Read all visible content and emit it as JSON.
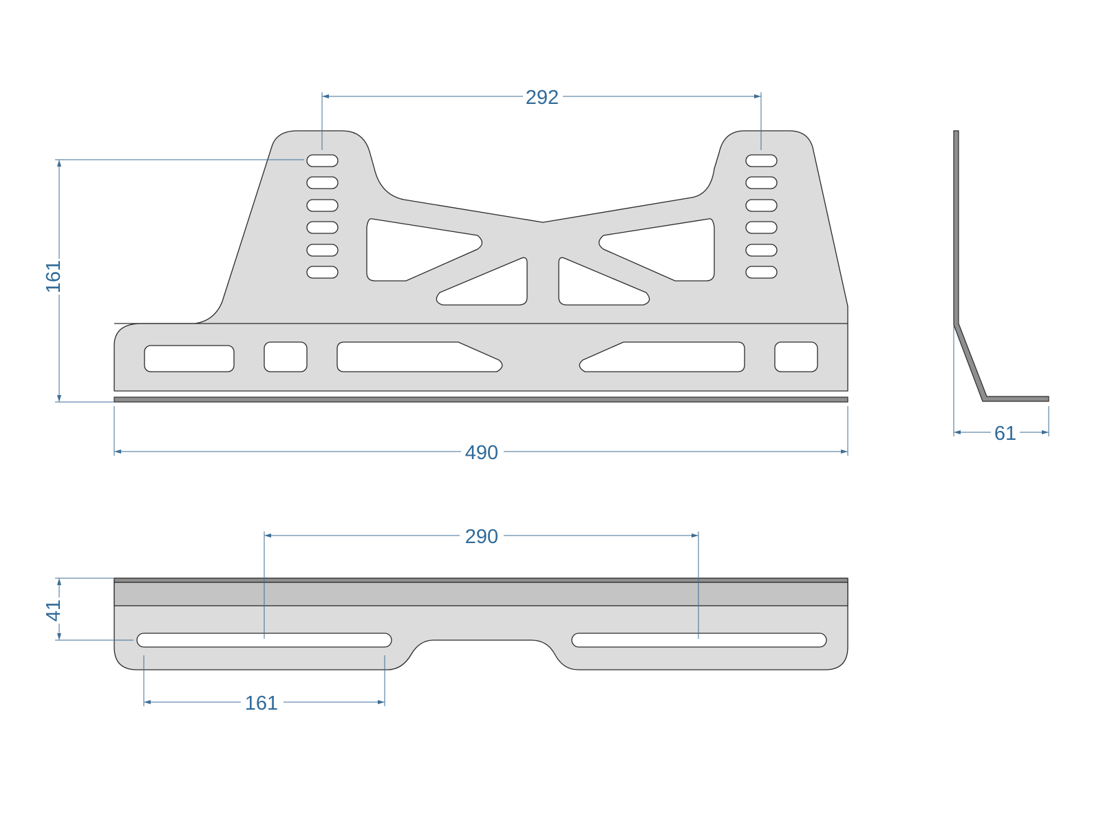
{
  "dimensions": {
    "hole_spacing_top": "292",
    "side_height": "161",
    "overall_length": "490",
    "flange_width": "61",
    "slot_spacing_bottom": "290",
    "base_depth": "41",
    "slot_length": "161"
  },
  "colors": {
    "part_fill": "#dcdcdc",
    "outline": "#2a2a2a",
    "dimension": "#3d6e96",
    "background": "#ffffff"
  }
}
